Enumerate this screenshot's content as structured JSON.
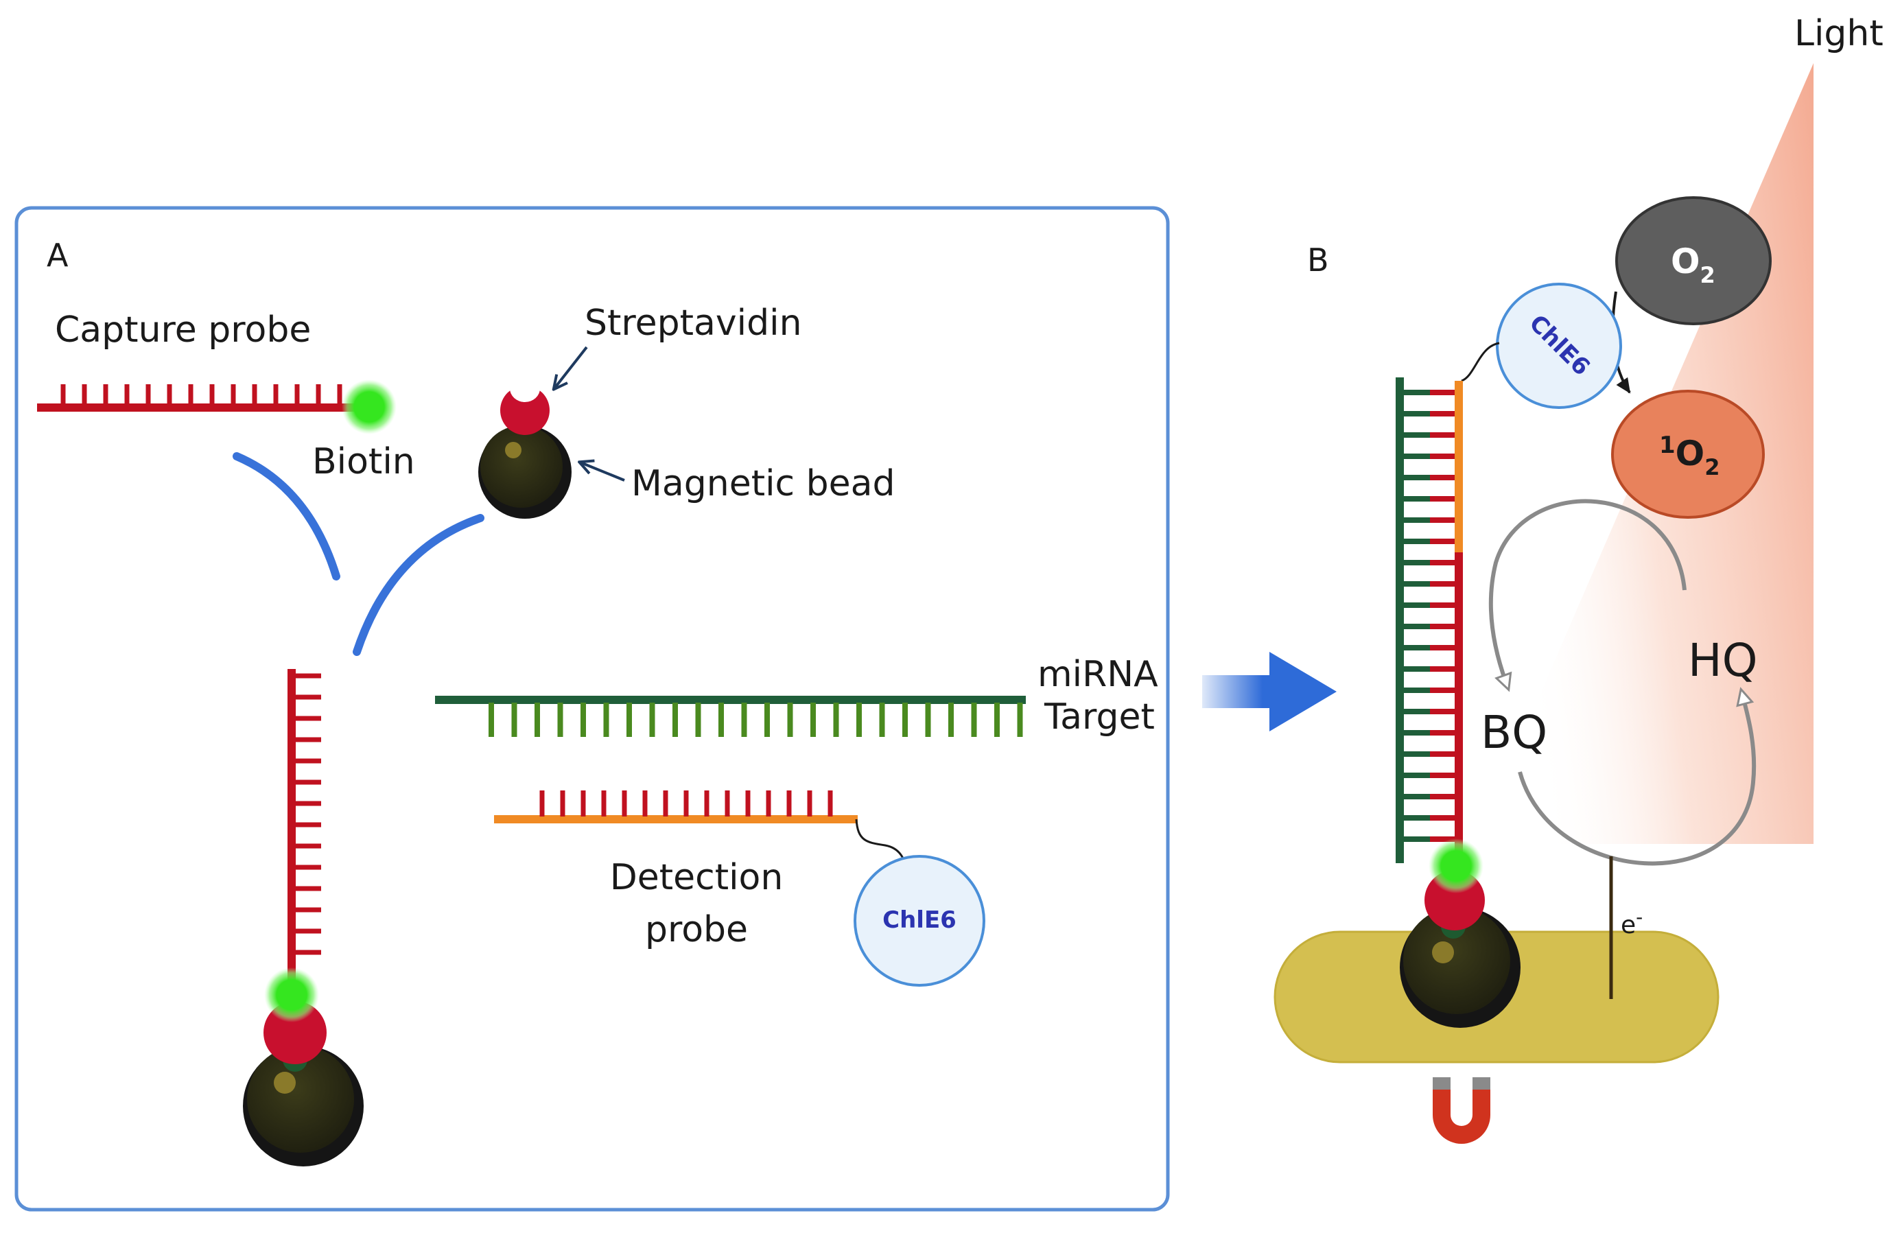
{
  "panel_a": {
    "label": "A",
    "capture_probe": "Capture probe",
    "biotin": "Biotin",
    "streptavidin": "Streptavidin",
    "magnetic_bead": "Magnetic bead",
    "mirna": "miRNA",
    "target": "Target",
    "detection_line1": "Detection",
    "detection_line2": "probe",
    "chle6": "ChlE6"
  },
  "panel_b": {
    "label": "B",
    "light": "Light",
    "o2": "O",
    "o2_sub": "2",
    "singlet_sup": "1",
    "singlet": "O",
    "singlet_sub": "2",
    "chle6": "ChlE6",
    "bq": "BQ",
    "hq": "HQ",
    "electron": "e",
    "electron_sup": "-"
  },
  "colors": {
    "frame": "#5b8fd6",
    "capture_strand": "#c0111f",
    "target_strand": "#1f5e3a",
    "target_teeth": "#4a8a1f",
    "detection_strand": "#f08a24",
    "biotin": "#35e61f",
    "streptavidin": "#c8102e",
    "bead": "#2e2e14",
    "flow_arrow": "#2e6bd8",
    "electrode": "#d4bf50",
    "magnet": "#d0331e",
    "o2": "#5e5e5e",
    "singlet_o2": "#e8825c",
    "chle6_fill": "#e8f2fb",
    "chle6_stroke": "#4a8fd8"
  }
}
